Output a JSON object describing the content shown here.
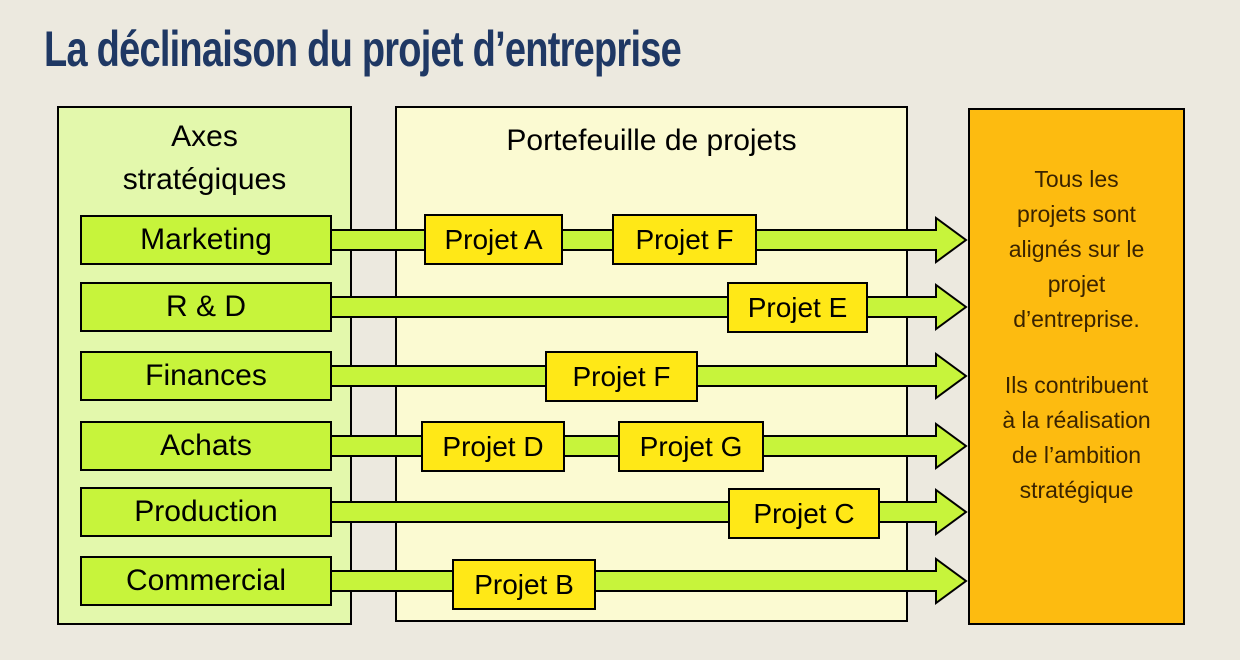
{
  "slide_title": "La déclinaison du projet d’entreprise",
  "axes_panel": {
    "header": "Axes\nstratégiques",
    "rows": [
      {
        "axis": "Marketing",
        "projects": [
          "Projet A",
          "Projet F"
        ]
      },
      {
        "axis": "R & D",
        "projects": [
          "Projet E"
        ]
      },
      {
        "axis": "Finances",
        "projects": [
          "Projet F"
        ]
      },
      {
        "axis": "Achats",
        "projects": [
          "Projet D",
          "Projet G"
        ]
      },
      {
        "axis": "Production",
        "projects": [
          "Projet C"
        ]
      },
      {
        "axis": "Commercial",
        "projects": [
          "Projet B"
        ]
      }
    ]
  },
  "portfolio_panel": {
    "header": "Portefeuille de projets"
  },
  "alignment_panel": {
    "paragraph_1": "Tous les\nprojets sont\nalignés sur le\nprojet\nd’entreprise.",
    "paragraph_2": "Ils contribuent\nà la réalisation\nde l’ambition\nstratégique"
  },
  "colors": {
    "page_background": "#ECE9DF",
    "title_text": "#1F3864",
    "axes_panel_background": "#E3F8AC",
    "axis_box_fill": "#C7F43B",
    "portfolio_panel_background": "#FBFAD2",
    "project_box_fill": "#FFE817",
    "alignment_panel_background": "#FDBB10",
    "arrow_fill": "#C7F43B",
    "outline": "#000000"
  }
}
